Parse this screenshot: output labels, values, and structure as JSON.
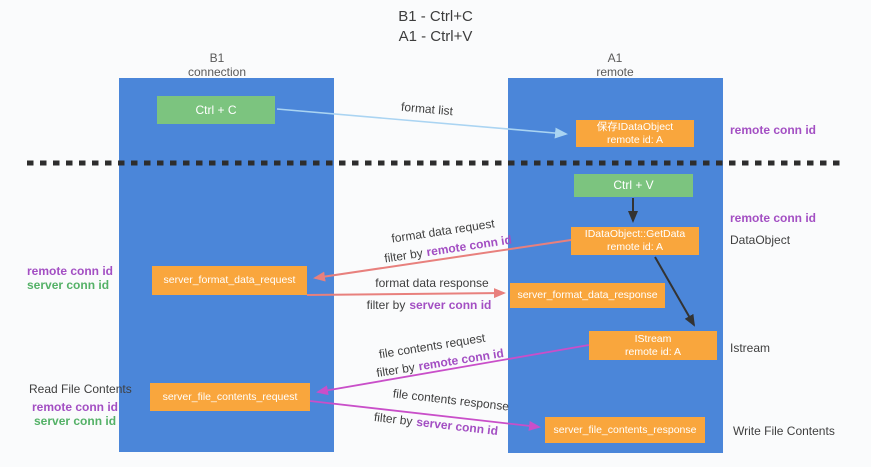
{
  "title": {
    "line1": "B1 - Ctrl+C",
    "line2": "A1 - Ctrl+V"
  },
  "columns": {
    "left": {
      "header_line1": "B1",
      "header_line2": "connection"
    },
    "right": {
      "header_line1": "A1",
      "header_line2": "remote"
    }
  },
  "nodes": {
    "ctrl_c": "Ctrl + C",
    "ctrl_v": "Ctrl + V",
    "save_dataobject": {
      "line1": "保存IDataObject",
      "line2": "remote id: A"
    },
    "getdata": {
      "line1": "IDataObject::GetData",
      "line2": "remote id: A"
    },
    "istream": {
      "line1": "IStream",
      "line2": "remote id: A"
    },
    "format_request": "server_format_data_request",
    "format_response": "server_format_data_response",
    "file_request": "server_file_contents_request",
    "file_response": "server_file_contents_response"
  },
  "flow_labels": {
    "format_list": "format list",
    "format_data_request": "format data request",
    "format_data_response": "format data response",
    "file_contents_request": "file contents request",
    "file_contents_response": "file contents response",
    "filter_by": "filter by",
    "remote_conn_id": "remote conn id",
    "server_conn_id": "server conn id"
  },
  "side_labels": {
    "left": {
      "remote_conn_id": "remote conn id",
      "server_conn_id": "server conn id",
      "read_file_contents": "Read File Contents"
    },
    "right": {
      "remote_conn_id_top": "remote conn id",
      "remote_conn_id_mid": "remote conn id",
      "dataobject": "DataObject",
      "istream": "Istream",
      "write_file_contents": "Write File Contents"
    }
  },
  "colors": {
    "lifeline_blue": "#4b86d9",
    "node_green": "#7cc47f",
    "node_orange": "#f9a63d",
    "arrow_lightblue": "#aad4f2",
    "arrow_salmon": "#e8807d",
    "arrow_magenta": "#c94fc9",
    "arrow_black": "#333333",
    "divider_black": "#2d2d2d",
    "label_purple": "#a34fc3",
    "label_green": "#54b167"
  }
}
